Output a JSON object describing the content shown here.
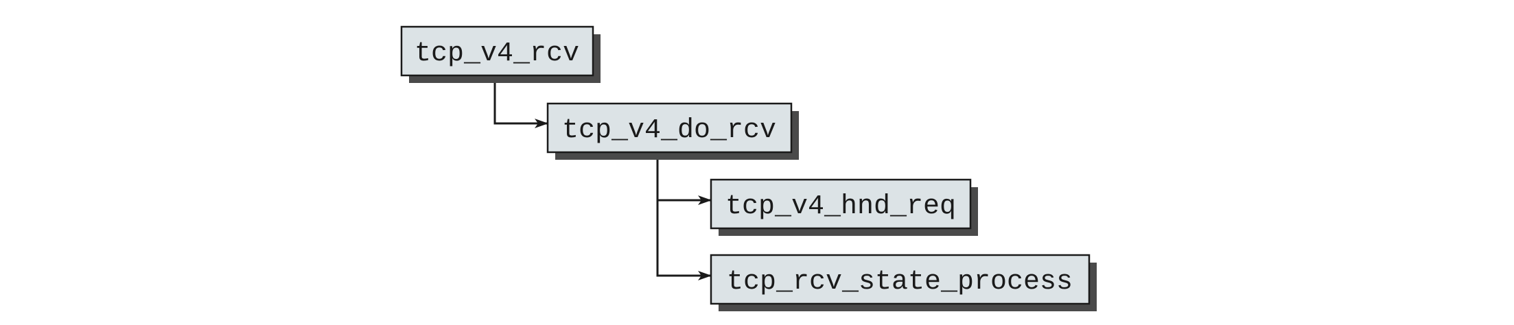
{
  "diagram": {
    "nodes": [
      {
        "id": "tcp_v4_rcv",
        "label": "tcp_v4_rcv"
      },
      {
        "id": "tcp_v4_do_rcv",
        "label": "tcp_v4_do_rcv"
      },
      {
        "id": "tcp_v4_hnd_req",
        "label": "tcp_v4_hnd_req"
      },
      {
        "id": "tcp_rcv_state_process",
        "label": "tcp_rcv_state_process"
      }
    ],
    "edges": [
      {
        "from": "tcp_v4_rcv",
        "to": "tcp_v4_do_rcv"
      },
      {
        "from": "tcp_v4_do_rcv",
        "to": "tcp_v4_hnd_req"
      },
      {
        "from": "tcp_v4_do_rcv",
        "to": "tcp_rcv_state_process"
      }
    ],
    "colors": {
      "box_fill": "#dce3e6",
      "box_stroke": "#1a1a1a",
      "shadow": "#4a4a4a",
      "connector": "#1a1a1a"
    }
  }
}
